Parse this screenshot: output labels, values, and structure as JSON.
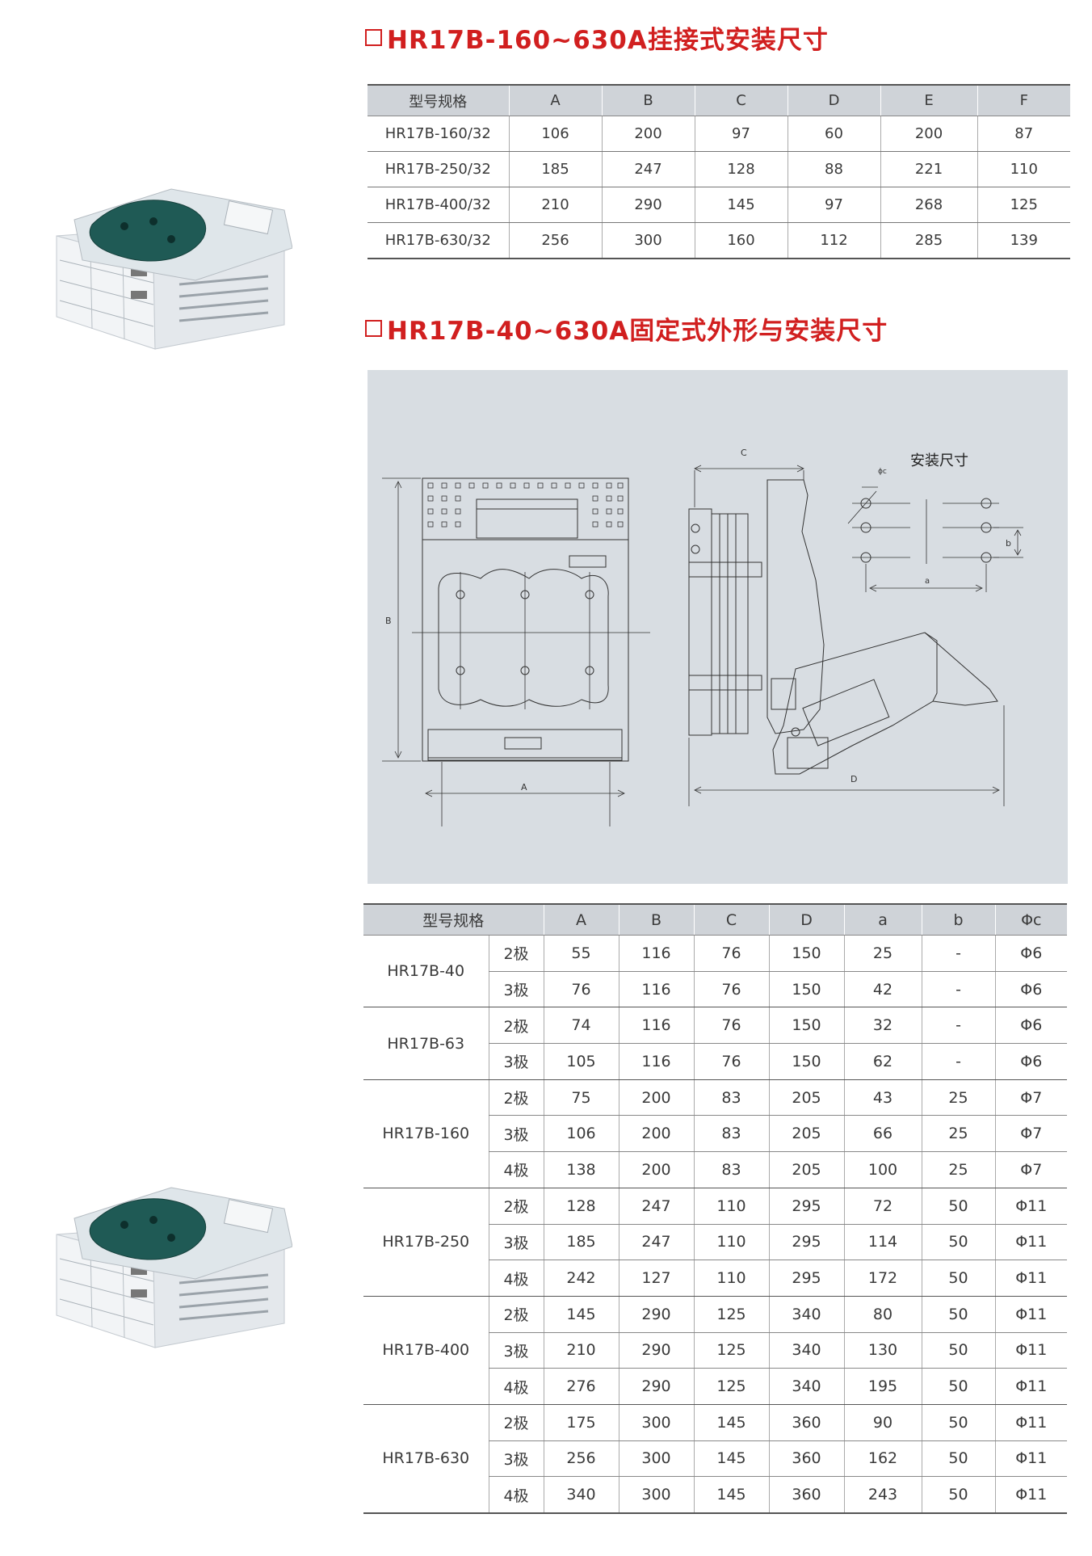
{
  "section1": {
    "title": "HR17B-160~630A挂接式安装尺寸",
    "headers": [
      "型号规格",
      "A",
      "B",
      "C",
      "D",
      "E",
      "F"
    ],
    "rows": [
      [
        "HR17B-160/32",
        "106",
        "200",
        "97",
        "60",
        "200",
        "87"
      ],
      [
        "HR17B-250/32",
        "185",
        "247",
        "128",
        "88",
        "221",
        "110"
      ],
      [
        "HR17B-400/32",
        "210",
        "290",
        "145",
        "97",
        "268",
        "125"
      ],
      [
        "HR17B-630/32",
        "256",
        "300",
        "160",
        "112",
        "285",
        "139"
      ]
    ]
  },
  "section2": {
    "title": "HR17B-40~630A固定式外形与安装尺寸",
    "diagram": {
      "mount_title": "安装尺寸",
      "dim_A": "A",
      "dim_B": "B",
      "dim_C": "C",
      "dim_D": "D",
      "dim_a": "a",
      "dim_b": "b",
      "dim_phi": "ϕc"
    },
    "headers": [
      "型号规格",
      "A",
      "B",
      "C",
      "D",
      "a",
      "b",
      "Φc"
    ],
    "groups": [
      {
        "model": "HR17B-40",
        "rows": [
          [
            "2极",
            "55",
            "116",
            "76",
            "150",
            "25",
            "-",
            "Φ6"
          ],
          [
            "3极",
            "76",
            "116",
            "76",
            "150",
            "42",
            "-",
            "Φ6"
          ]
        ]
      },
      {
        "model": "HR17B-63",
        "rows": [
          [
            "2极",
            "74",
            "116",
            "76",
            "150",
            "32",
            "-",
            "Φ6"
          ],
          [
            "3极",
            "105",
            "116",
            "76",
            "150",
            "62",
            "-",
            "Φ6"
          ]
        ]
      },
      {
        "model": "HR17B-160",
        "rows": [
          [
            "2极",
            "75",
            "200",
            "83",
            "205",
            "43",
            "25",
            "Φ7"
          ],
          [
            "3极",
            "106",
            "200",
            "83",
            "205",
            "66",
            "25",
            "Φ7"
          ],
          [
            "4极",
            "138",
            "200",
            "83",
            "205",
            "100",
            "25",
            "Φ7"
          ]
        ]
      },
      {
        "model": "HR17B-250",
        "rows": [
          [
            "2极",
            "128",
            "247",
            "110",
            "295",
            "72",
            "50",
            "Φ11"
          ],
          [
            "3极",
            "185",
            "247",
            "110",
            "295",
            "114",
            "50",
            "Φ11"
          ],
          [
            "4极",
            "242",
            "127",
            "110",
            "295",
            "172",
            "50",
            "Φ11"
          ]
        ]
      },
      {
        "model": "HR17B-400",
        "rows": [
          [
            "2极",
            "145",
            "290",
            "125",
            "340",
            "80",
            "50",
            "Φ11"
          ],
          [
            "3极",
            "210",
            "290",
            "125",
            "340",
            "130",
            "50",
            "Φ11"
          ],
          [
            "4极",
            "276",
            "290",
            "125",
            "340",
            "195",
            "50",
            "Φ11"
          ]
        ]
      },
      {
        "model": "HR17B-630",
        "rows": [
          [
            "2极",
            "175",
            "300",
            "145",
            "360",
            "90",
            "50",
            "Φ11"
          ],
          [
            "3极",
            "256",
            "300",
            "145",
            "360",
            "162",
            "50",
            "Φ11"
          ],
          [
            "4极",
            "340",
            "300",
            "145",
            "360",
            "243",
            "50",
            "Φ11"
          ]
        ]
      }
    ]
  },
  "colors": {
    "title_red": "#d11f1f",
    "header_gray": "#cfd3d8",
    "panel_gray": "#d8dde2"
  }
}
